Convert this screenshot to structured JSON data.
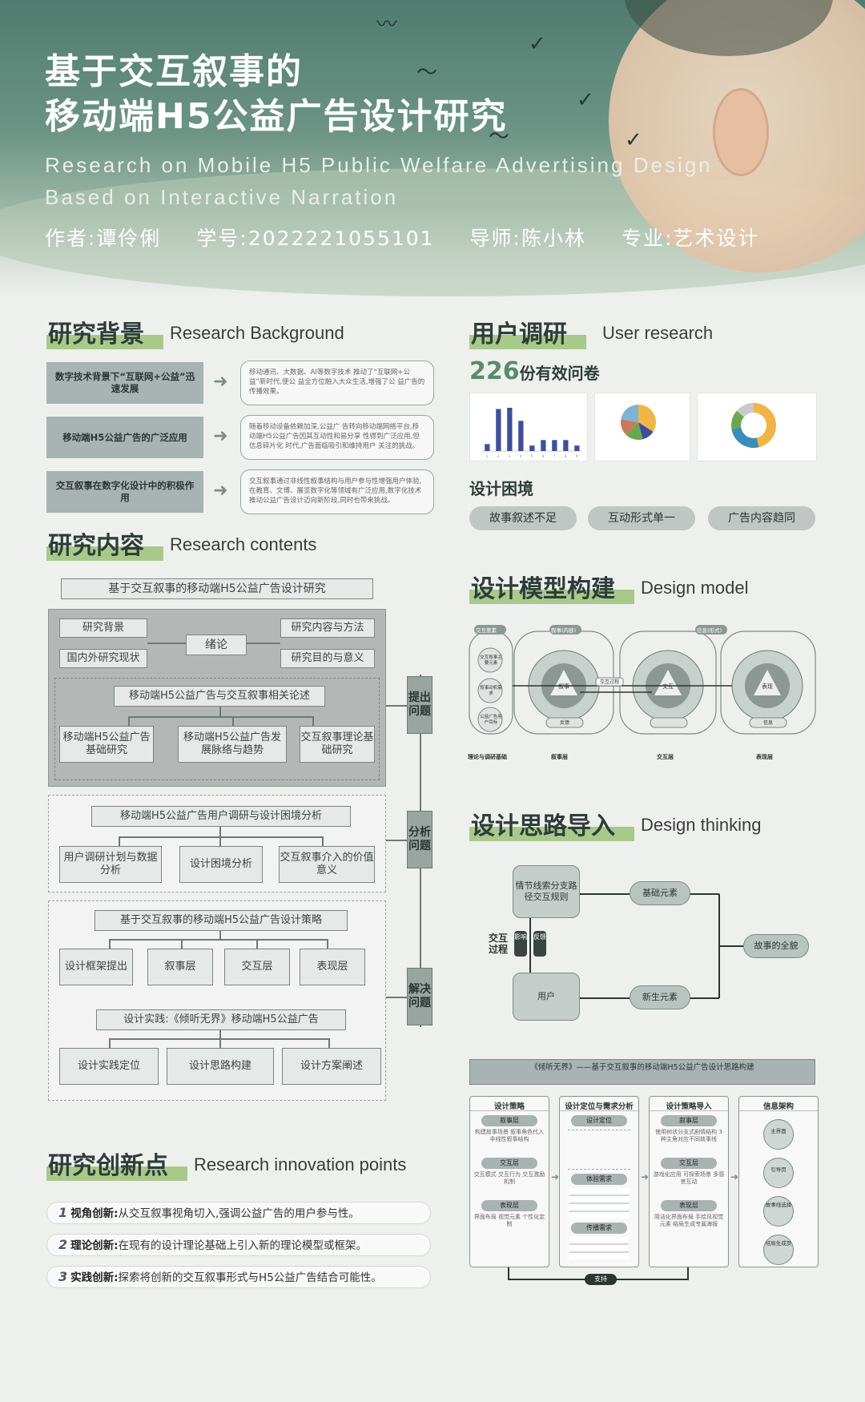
{
  "header": {
    "title_line1": "基于交互叙事的",
    "title_line2": "移动端H5公益广告设计研究",
    "subtitle_line1": "Research on Mobile H5 Public Welfare Advertising Design",
    "subtitle_line2": "Based on Interactive Narration",
    "author": "作者:谭伶俐",
    "student_id": "学号:2022221055101",
    "advisor": "导师:陈小林",
    "major": "专业:艺术设计"
  },
  "background": {
    "title_cn": "研究背景",
    "title_en": "Research Background",
    "rows": [
      {
        "label": "数字技术背景下“互联网+公益”迅速发展",
        "desc": "移动通讯、大数据、AI等数字技术 推动了“互联网+公益”新时代,使公 益全方位融入大众生活,增强了公 益广告的传播效果。"
      },
      {
        "label": "移动端H5公益广告的广泛应用",
        "desc": "随着移动设备依赖加深,公益广 告转向移动端网络平台,移动端H5公益广告因其互动性和易分享 性得到广泛应用,但信息碎片化 时代,广告面临吸引和维持用户 关注的挑战。"
      },
      {
        "label": "交互叙事在数字化设计中的积极作用",
        "desc": "交互叙事通过非线性叙事结构与用户参与性增强用户体验,在教育、文博、展览数字化等领域有广泛应用,数字化技术推动公益广告设计迈向新阶段,同时也带来挑战。"
      }
    ]
  },
  "contents": {
    "title_cn": "研究内容",
    "title_en": "Research contents",
    "top": "基于交互叙事的移动端H5公益广告设计研究",
    "bg": "研究背景",
    "domestic": "国内外研究现状",
    "intro": "绪论",
    "method": "研究内容与方法",
    "purpose": "研究目的与意义",
    "review": "移动端H5公益广告与交互叙事相关论述",
    "basic": "移动端H5公益广告基础研究",
    "trend": "移动端H5公益广告发展脉络与趋势",
    "theory": "交互叙事理论基础研究",
    "survey": "移动端H5公益广告用户调研与设计困境分析",
    "plan": "用户调研计划与数据分析",
    "dilemma": "设计困境分析",
    "value": "交互叙事介入的价值意义",
    "strategy": "基于交互叙事的移动端H5公益广告设计策略",
    "framework": "设计框架提出",
    "narrative": "叙事层",
    "interactive": "交互层",
    "expression": "表现层",
    "practice": "设计实践:《倾听无界》移动端H5公益广告",
    "position": "设计实践定位",
    "thinking": "设计思路构建",
    "scheme": "设计方案阐述",
    "tag_raise": "提出问题",
    "tag_analyze": "分析问题",
    "tag_solve": "解决问题"
  },
  "innovation": {
    "title_cn": "研究创新点",
    "title_en": "Research innovation points",
    "items": [
      {
        "num": "1",
        "head": "视角创新:",
        "text": "从交互叙事视角切入,强调公益广告的用户参与性。"
      },
      {
        "num": "2",
        "head": "理论创新:",
        "text": "在现有的设计理论基础上引入新的理论模型或框架。"
      },
      {
        "num": "3",
        "head": "实践创新:",
        "text": "探索将创新的交互叙事形式与H5公益广告结合可能性。"
      }
    ]
  },
  "user_research": {
    "title_cn": "用户调研",
    "title_en": "User research",
    "count": "226",
    "count_label": "份有效问卷",
    "dilemma_title": "设计困境",
    "dilemmas": [
      "故事叙述不足",
      "互动形式单一",
      "广告内容趋同"
    ]
  },
  "chart_data": [
    {
      "type": "bar",
      "categories": [
        "1",
        "2",
        "3",
        "4",
        "5",
        "6",
        "7",
        "8",
        "9"
      ],
      "values": [
        5.08,
        30.6,
        31.5,
        22,
        4,
        8,
        8,
        8,
        4
      ],
      "ylim": [
        0,
        35
      ]
    },
    {
      "type": "pie",
      "values": [
        34.07,
        12,
        16,
        15.69,
        22.24
      ]
    },
    {
      "type": "pie",
      "values": [
        46.25,
        26.09,
        14,
        13.66
      ]
    }
  ],
  "design_model": {
    "title_cn": "设计模型构建",
    "title_en": "Design model",
    "left_tag": "交互要素",
    "mid_tag": "叙事(内容)",
    "right_tag": "信息(形式)",
    "left_items": [
      "交互叙事主要元素",
      "叙事动机需求",
      "公益广告用户目标"
    ],
    "center_labels": [
      "叙事",
      "交互",
      "表现"
    ],
    "bottom": [
      "理论与调研基础",
      "叙事层",
      "交互层",
      "表现层"
    ],
    "flow1": "交互过程",
    "flow2": "反馈",
    "flow3": "信息"
  },
  "design_thinking": {
    "title_cn": "设计思路导入",
    "title_en": "Design thinking",
    "top_box": "情节线索分支路径交互规则",
    "process": "交互过程",
    "influence": "影响",
    "feedback": "反馈",
    "user": "用户",
    "base": "基础元素",
    "new": "新生元素",
    "story": "故事的全貌"
  },
  "framework": {
    "title": "《倾听无界》——基于交互叙事的移动端H5公益广告设计思路构建",
    "cols": [
      {
        "head": "设计策略",
        "tags": [
          "叙事层",
          "交互层",
          "表现层"
        ],
        "texts": [
          "构建故事场景 叙事角色代入 非线性叙事结构",
          "交互模式 交互行为 交互激励机制",
          "界面布局 视觉元素 个性化定制"
        ]
      },
      {
        "head": "设计定位与需求分析",
        "tags": [
          "设计定位",
          "体验需求",
          "传播需求"
        ],
        "texts": [
          "",
          "",
          ""
        ]
      },
      {
        "head": "设计策略导入",
        "tags": [
          "叙事层",
          "交互层",
          "表现层"
        ],
        "texts": [
          "使用树状分支式剧情结构 3种主角对应不同故事线",
          "游戏化应用 可探索场景 多感官互动",
          "简洁化界面布局 手绘风视觉元素 结局生成专属海报"
        ]
      },
      {
        "head": "信息架构",
        "tags": [],
        "texts": [
          "主界面",
          "引导页",
          "故事线选择",
          "结局生成页"
        ]
      }
    ],
    "support": "支持"
  },
  "colors": {
    "accent_green": "#a9c98a",
    "grey_box": "#a9b3b1",
    "header_green": "#4f7c6e"
  }
}
